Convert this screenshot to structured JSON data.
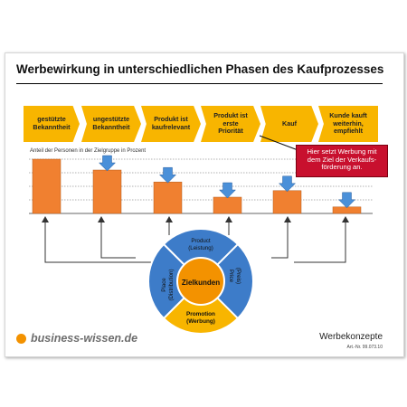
{
  "title": "Werbewirkung in unterschiedlichen Phasen des Kaufprozesses",
  "phases": [
    {
      "line1": "gestützte",
      "line2": "Bekanntheit"
    },
    {
      "line1": "ungestützte",
      "line2": "Bekanntheit"
    },
    {
      "line1": "Produkt ist",
      "line2": "kaufrelevant"
    },
    {
      "line1": "Produkt ist",
      "line2": "erste",
      "line3": "Priorität"
    },
    {
      "line1": "Kauf",
      "line2": ""
    },
    {
      "line1": "Kunde kauft",
      "line2": "weiterhin,",
      "line3": "empfiehlt"
    }
  ],
  "axis_label": "Anteil der Personen in der Zielgruppe in Prozent",
  "callout": {
    "line1": "Hier setzt Werbung mit",
    "line2": "dem Ziel der Verkaufs-",
    "line3": "förderung an."
  },
  "wheel": {
    "center": "Zielkunden",
    "product_1": "Product",
    "product_2": "(Leistung)",
    "price_1": "Price",
    "price_2": "(Preis)",
    "place_1": "Place",
    "place_2": "(Distribution)",
    "promotion_1": "Promotion",
    "promotion_2": "(Werbung)"
  },
  "chart_data": {
    "type": "bar",
    "categories": [
      "gestützte Bekanntheit",
      "ungestützte Bekanntheit",
      "Produkt ist kaufrelevant",
      "Produkt ist erste Priorität",
      "Kauf",
      "Kunde kauft weiterhin, empfiehlt"
    ],
    "values": [
      100,
      80,
      58,
      30,
      42,
      12
    ],
    "ylabel": "Anteil der Personen in der Zielgruppe in Prozent",
    "ylim": [
      0,
      100
    ],
    "grid": true,
    "arrows": [
      false,
      true,
      true,
      true,
      true,
      true
    ]
  },
  "colors": {
    "phase": "#f8b500",
    "bar": "#f08030",
    "arrow": "#4a90d9",
    "callout": "#c8102e",
    "wheel_blue": "#3d7cc9",
    "wheel_orange": "#f39200",
    "wheel_yellow": "#f8b500"
  },
  "footer": {
    "logo": "business-wissen.de",
    "title": "Werbekonzepte",
    "article": "Art.-Nr. 99.073.10"
  }
}
